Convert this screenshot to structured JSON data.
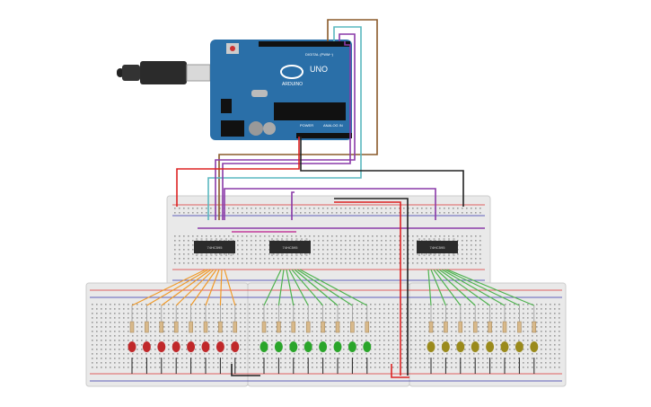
{
  "arduino": {
    "logo_text": "UNO",
    "brand_text": "ARDUINO",
    "digital_label": "DIGITAL (PWM~)",
    "power_label": "POWER",
    "analog_label": "ANALOG IN"
  },
  "chips": [
    {
      "label": "74HC595"
    },
    {
      "label": "74HC595"
    },
    {
      "label": "74HC595"
    }
  ],
  "led_groups": [
    {
      "color": "#c0282a",
      "count": 8,
      "wire_color": "#f09a2a"
    },
    {
      "color": "#2aa52a",
      "count": 8,
      "wire_color": "#4fb34f"
    },
    {
      "color": "#9a8a1c",
      "count": 8,
      "wire_color": "#4fb34f"
    }
  ],
  "colors": {
    "board_blue": "#2a6fa8",
    "breadboard": "#e9e9e9",
    "wire_red": "#d22",
    "wire_black": "#222",
    "wire_purple": "#8a3aa8",
    "wire_teal": "#5ab8c0",
    "wire_brown": "#8a5a2a"
  }
}
